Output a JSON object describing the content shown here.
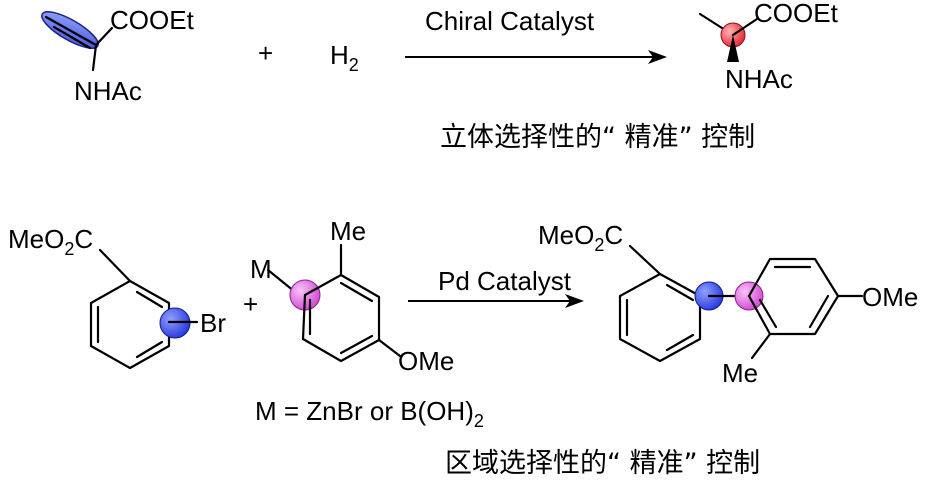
{
  "reaction1": {
    "reactant": {
      "ester": "COOEt",
      "amide": "NHAc"
    },
    "plus": "+",
    "reagent": {
      "base": "H",
      "subscript": "2"
    },
    "arrow_label": "Chiral Catalyst",
    "product": {
      "ester": "COOEt",
      "amide": "NHAc"
    },
    "caption": "立体选择性的“ 精准” 控制",
    "colors": {
      "alkene_highlight": "#3b4fd9",
      "stereocenter_highlight": "#e8303a"
    }
  },
  "reaction2": {
    "aryl_halide": {
      "ester_pre": "MeO",
      "ester_sub": "2",
      "ester_post": "C",
      "halogen": "Br"
    },
    "plus": "+",
    "coupling_partner": {
      "metal": "M",
      "methyl": "Me",
      "methoxy": "OMe"
    },
    "arrow_label": "Pd Catalyst",
    "metal_note": {
      "pre": "M = ZnBr or B(OH)",
      "sub": "2"
    },
    "product": {
      "ester_pre": "MeO",
      "ester_sub": "2",
      "ester_post": "C",
      "methyl": "Me",
      "methoxy": "OMe"
    },
    "caption": "区域选择性的“ 精准” 控制",
    "colors": {
      "aryl_carbon_highlight": "#2f3fe0",
      "metal_carbon_highlight": "#e36be3"
    }
  }
}
